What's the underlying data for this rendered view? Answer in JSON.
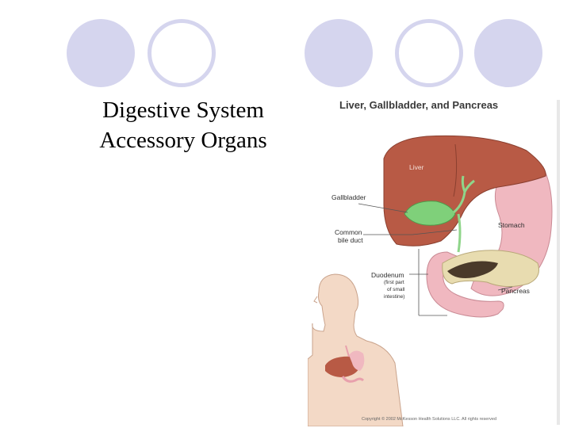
{
  "slide": {
    "title_line1": "Digestive System",
    "title_line2": "Accessory Organs"
  },
  "figure": {
    "title": "Liver, Gallbladder, and Pancreas",
    "labels": {
      "liver": "Liver",
      "gallbladder": "Gallbladder",
      "common_bile_duct_1": "Common",
      "common_bile_duct_2": "bile duct",
      "stomach": "Stomach",
      "duodenum": "Duodenum",
      "duodenum_note_1": "(first part",
      "duodenum_note_2": "of small",
      "duodenum_note_3": "intestine)",
      "pancreas": "Pancreas"
    },
    "copyright": "Copyright © 2002 McKesson Health Solutions LLC. All rights reserved"
  },
  "colors": {
    "circle": "#d5d5ee",
    "liver": "#b85a45",
    "gallbladder": "#7fd07a",
    "stomach": "#f0b8c0",
    "pancreas": "#e8dcb0",
    "skin": "#f3d9c6"
  }
}
